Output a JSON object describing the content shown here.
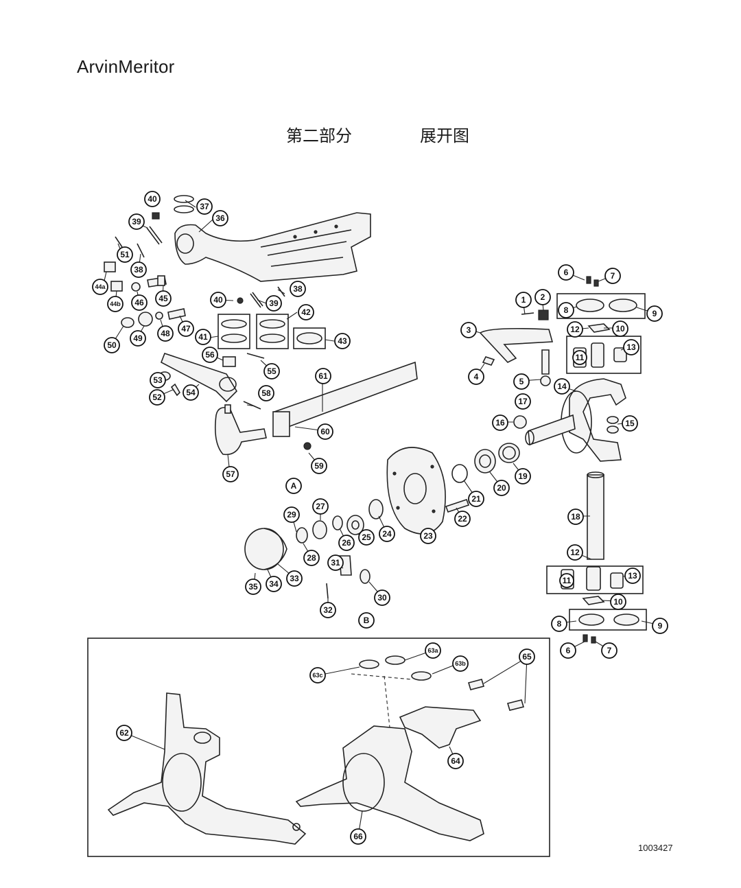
{
  "header": {
    "brand": "ArvinMeritor",
    "section": "第二部分",
    "view": "展开图"
  },
  "figure_number": "1003427",
  "callouts": [
    {
      "id": "40a",
      "label": "40"
    },
    {
      "id": "37",
      "label": "37"
    },
    {
      "id": "39a",
      "label": "39"
    },
    {
      "id": "36",
      "label": "36"
    },
    {
      "id": "51",
      "label": "51"
    },
    {
      "id": "38a",
      "label": "38"
    },
    {
      "id": "44a",
      "label": "44a"
    },
    {
      "id": "44b",
      "label": "44b"
    },
    {
      "id": "46",
      "label": "46"
    },
    {
      "id": "45",
      "label": "45"
    },
    {
      "id": "38b",
      "label": "38"
    },
    {
      "id": "40b",
      "label": "40"
    },
    {
      "id": "39b",
      "label": "39"
    },
    {
      "id": "42",
      "label": "42"
    },
    {
      "id": "41",
      "label": "41"
    },
    {
      "id": "43",
      "label": "43"
    },
    {
      "id": "50",
      "label": "50"
    },
    {
      "id": "49",
      "label": "49"
    },
    {
      "id": "48",
      "label": "48"
    },
    {
      "id": "47",
      "label": "47"
    },
    {
      "id": "56",
      "label": "56"
    },
    {
      "id": "55",
      "label": "55"
    },
    {
      "id": "53",
      "label": "53"
    },
    {
      "id": "52",
      "label": "52"
    },
    {
      "id": "54",
      "label": "54"
    },
    {
      "id": "58",
      "label": "58"
    },
    {
      "id": "61",
      "label": "61"
    },
    {
      "id": "60",
      "label": "60"
    },
    {
      "id": "57",
      "label": "57"
    },
    {
      "id": "59",
      "label": "59"
    },
    {
      "id": "A",
      "label": "A"
    },
    {
      "id": "6a",
      "label": "6"
    },
    {
      "id": "7a",
      "label": "7"
    },
    {
      "id": "1",
      "label": "1"
    },
    {
      "id": "2",
      "label": "2"
    },
    {
      "id": "8a",
      "label": "8"
    },
    {
      "id": "9a",
      "label": "9"
    },
    {
      "id": "3",
      "label": "3"
    },
    {
      "id": "12a",
      "label": "12"
    },
    {
      "id": "10a",
      "label": "10"
    },
    {
      "id": "11a",
      "label": "11"
    },
    {
      "id": "13a",
      "label": "13"
    },
    {
      "id": "4",
      "label": "4"
    },
    {
      "id": "5",
      "label": "5"
    },
    {
      "id": "14",
      "label": "14"
    },
    {
      "id": "17",
      "label": "17"
    },
    {
      "id": "16",
      "label": "16"
    },
    {
      "id": "15",
      "label": "15"
    },
    {
      "id": "19",
      "label": "19"
    },
    {
      "id": "20",
      "label": "20"
    },
    {
      "id": "21",
      "label": "21"
    },
    {
      "id": "22",
      "label": "22"
    },
    {
      "id": "18",
      "label": "18"
    },
    {
      "id": "29",
      "label": "29"
    },
    {
      "id": "27",
      "label": "27"
    },
    {
      "id": "26",
      "label": "26"
    },
    {
      "id": "25",
      "label": "25"
    },
    {
      "id": "24",
      "label": "24"
    },
    {
      "id": "23",
      "label": "23"
    },
    {
      "id": "28",
      "label": "28"
    },
    {
      "id": "35",
      "label": "35"
    },
    {
      "id": "34",
      "label": "34"
    },
    {
      "id": "33",
      "label": "33"
    },
    {
      "id": "31",
      "label": "31"
    },
    {
      "id": "30",
      "label": "30"
    },
    {
      "id": "32",
      "label": "32"
    },
    {
      "id": "B",
      "label": "B"
    },
    {
      "id": "12b",
      "label": "12"
    },
    {
      "id": "11b",
      "label": "11"
    },
    {
      "id": "13b",
      "label": "13"
    },
    {
      "id": "10b",
      "label": "10"
    },
    {
      "id": "8b",
      "label": "8"
    },
    {
      "id": "9b",
      "label": "9"
    },
    {
      "id": "6b",
      "label": "6"
    },
    {
      "id": "7b",
      "label": "7"
    },
    {
      "id": "63a",
      "label": "63a"
    },
    {
      "id": "63b",
      "label": "63b"
    },
    {
      "id": "63c",
      "label": "63c"
    },
    {
      "id": "65",
      "label": "65"
    },
    {
      "id": "62",
      "label": "62"
    },
    {
      "id": "64",
      "label": "64"
    },
    {
      "id": "66",
      "label": "66"
    }
  ]
}
